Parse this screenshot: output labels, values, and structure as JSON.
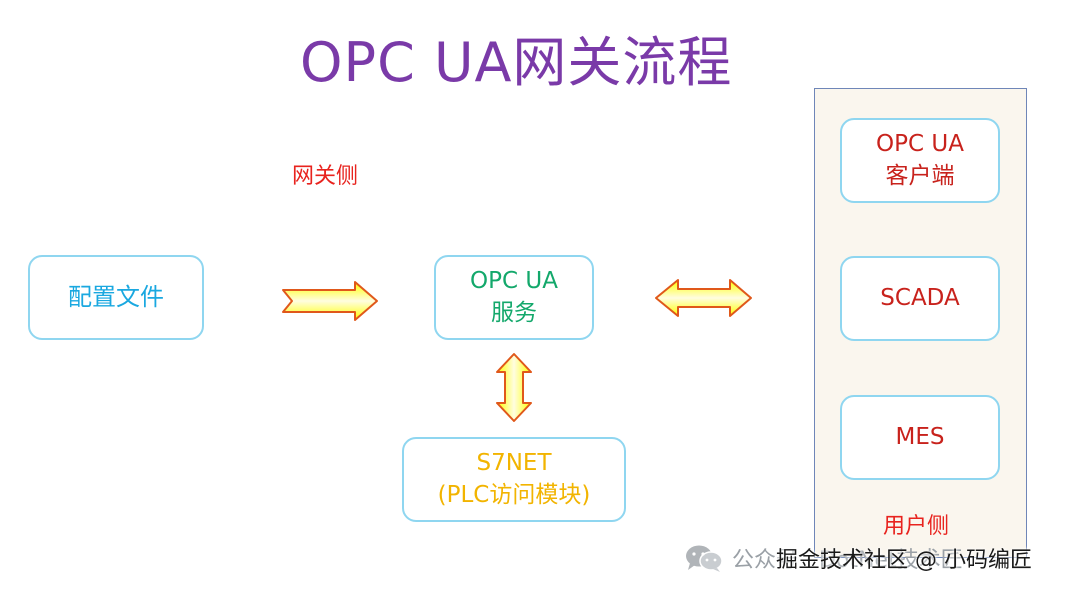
{
  "title": "OPC UA网关流程",
  "labels": {
    "gateway_side": "网关侧",
    "user_side": "用户侧"
  },
  "boxes": {
    "config": {
      "lines": [
        "配置文件"
      ],
      "color": "#1aa8e0"
    },
    "opcua_service": {
      "lines": [
        "OPC UA",
        "服务"
      ],
      "color": "#13a86b"
    },
    "s7net": {
      "lines": [
        "S7NET",
        "(PLC访问模块)"
      ],
      "color": "#f2b400"
    },
    "opcua_client": {
      "lines": [
        "OPC UA",
        "客户端"
      ],
      "color": "#c8221c"
    },
    "scada": {
      "lines": [
        "SCADA"
      ],
      "color": "#c8221c"
    },
    "mes": {
      "lines": [
        "MES"
      ],
      "color": "#c8221c"
    }
  },
  "watermark": {
    "account": "公众号 · DotNet技术匠",
    "credit": "掘金技术社区 @ 小码编匠",
    "icon": "wechat-icon"
  },
  "colors": {
    "arrow_fill": "#ffff00",
    "arrow_stroke": "#e0581a",
    "title": "#7a3aa8",
    "side_label": "#e8231e"
  }
}
